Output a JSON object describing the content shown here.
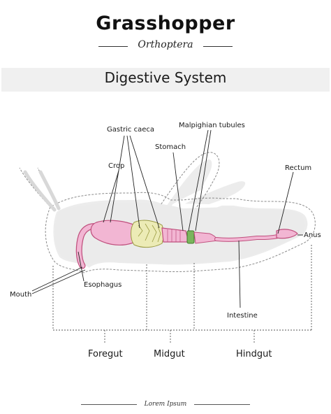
{
  "header": {
    "title": "Grasshopper",
    "subtitle": "Orthoptera"
  },
  "banner": {
    "text": "Digestive System"
  },
  "labels": {
    "gastric_caeca": "Gastric caeca",
    "malpighian_tubules": "Malpighian tubules",
    "stomach": "Stomach",
    "crop": "Crop",
    "rectum": "Rectum",
    "anus": "Anus",
    "mouth": "Mouth",
    "esophagus": "Esophagus",
    "intestine": "Intestine"
  },
  "sections": {
    "foregut": "Foregut",
    "midgut": "Midgut",
    "hindgut": "Hindgut"
  },
  "footer": {
    "text": "Lorem Ipsum"
  },
  "colors": {
    "gut_pink": "#f2b6d3",
    "gut_outline": "#c0507e",
    "gastric_yellow": "#ecebb6",
    "green_band": "#7ab55c",
    "body_fill": "#ececec"
  }
}
